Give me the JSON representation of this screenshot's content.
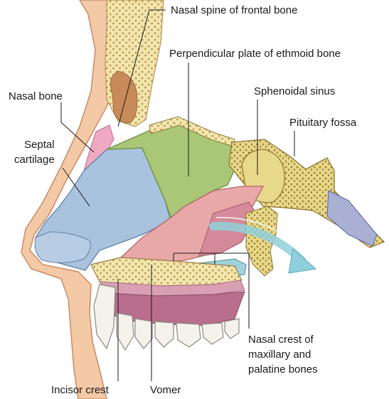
{
  "labels": {
    "nasal_spine": "Nasal spine of frontal bone",
    "perpendicular_plate": "Perpendicular plate of ethmoid bone",
    "nasal_bone": "Nasal bone",
    "sphenoidal_sinus": "Sphenoidal sinus",
    "pituitary_fossa": "Pituitary fossa",
    "septal_cartilage_1": "Septal",
    "septal_cartilage_2": "cartilage",
    "nasal_crest_1": "Nasal crest of",
    "nasal_crest_2": "maxillary and",
    "nasal_crest_3": "palatine bones",
    "incisor_crest": "Incisor crest",
    "vomer": "Vomer"
  },
  "colors": {
    "skin": "#f3c9a6",
    "skin_outline": "#c98a66",
    "bone": "#f2e6b0",
    "bone_dots": "#c8a85a",
    "septal_cartilage": "#a9c3df",
    "ethmoid_plate": "#a9c777",
    "vomer": "#e9a8a8",
    "nasal_bone": "#f0a9c2",
    "sphenoid": "#e8d98a",
    "palate": "#d9a0b4",
    "gum": "#b86e8c",
    "teeth": "#f4f2ea",
    "clivus": "#aab0d4",
    "airflow_arrow": "#8fd0dc",
    "inferior_concha": "#9fd3dc"
  }
}
